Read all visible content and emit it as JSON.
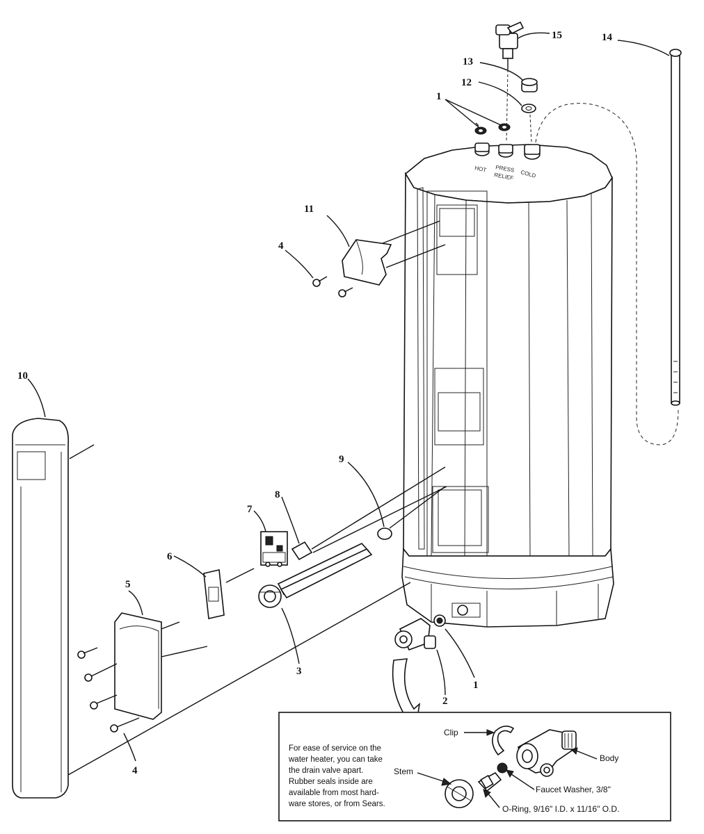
{
  "part_labels": {
    "p1_top": "1",
    "p1_bottom": "1",
    "p2": "2",
    "p3": "3",
    "p4_top": "4",
    "p4_bottom": "4",
    "p5": "5",
    "p6": "6",
    "p7": "7",
    "p8": "8",
    "p9": "9",
    "p10": "10",
    "p11": "11",
    "p12": "12",
    "p13": "13",
    "p14": "14",
    "p15": "15"
  },
  "tank_labels": {
    "hot": "HOT",
    "relief_1": "PRESS",
    "relief_2": "RELIEF",
    "cold": "COLD"
  },
  "inset": {
    "note_lines": [
      "For ease of service on the",
      "water heater, you can take",
      "the drain valve apart.",
      "Rubber seals inside are",
      "available from most hard-",
      "ware stores, or from Sears."
    ],
    "callouts": {
      "clip": "Clip",
      "body": "Body",
      "stem": "Stem",
      "faucet_washer": "Faucet Washer, 3/8\"",
      "o_ring": "O-Ring, 9/16\" I.D. x 11/16\" O.D."
    }
  }
}
